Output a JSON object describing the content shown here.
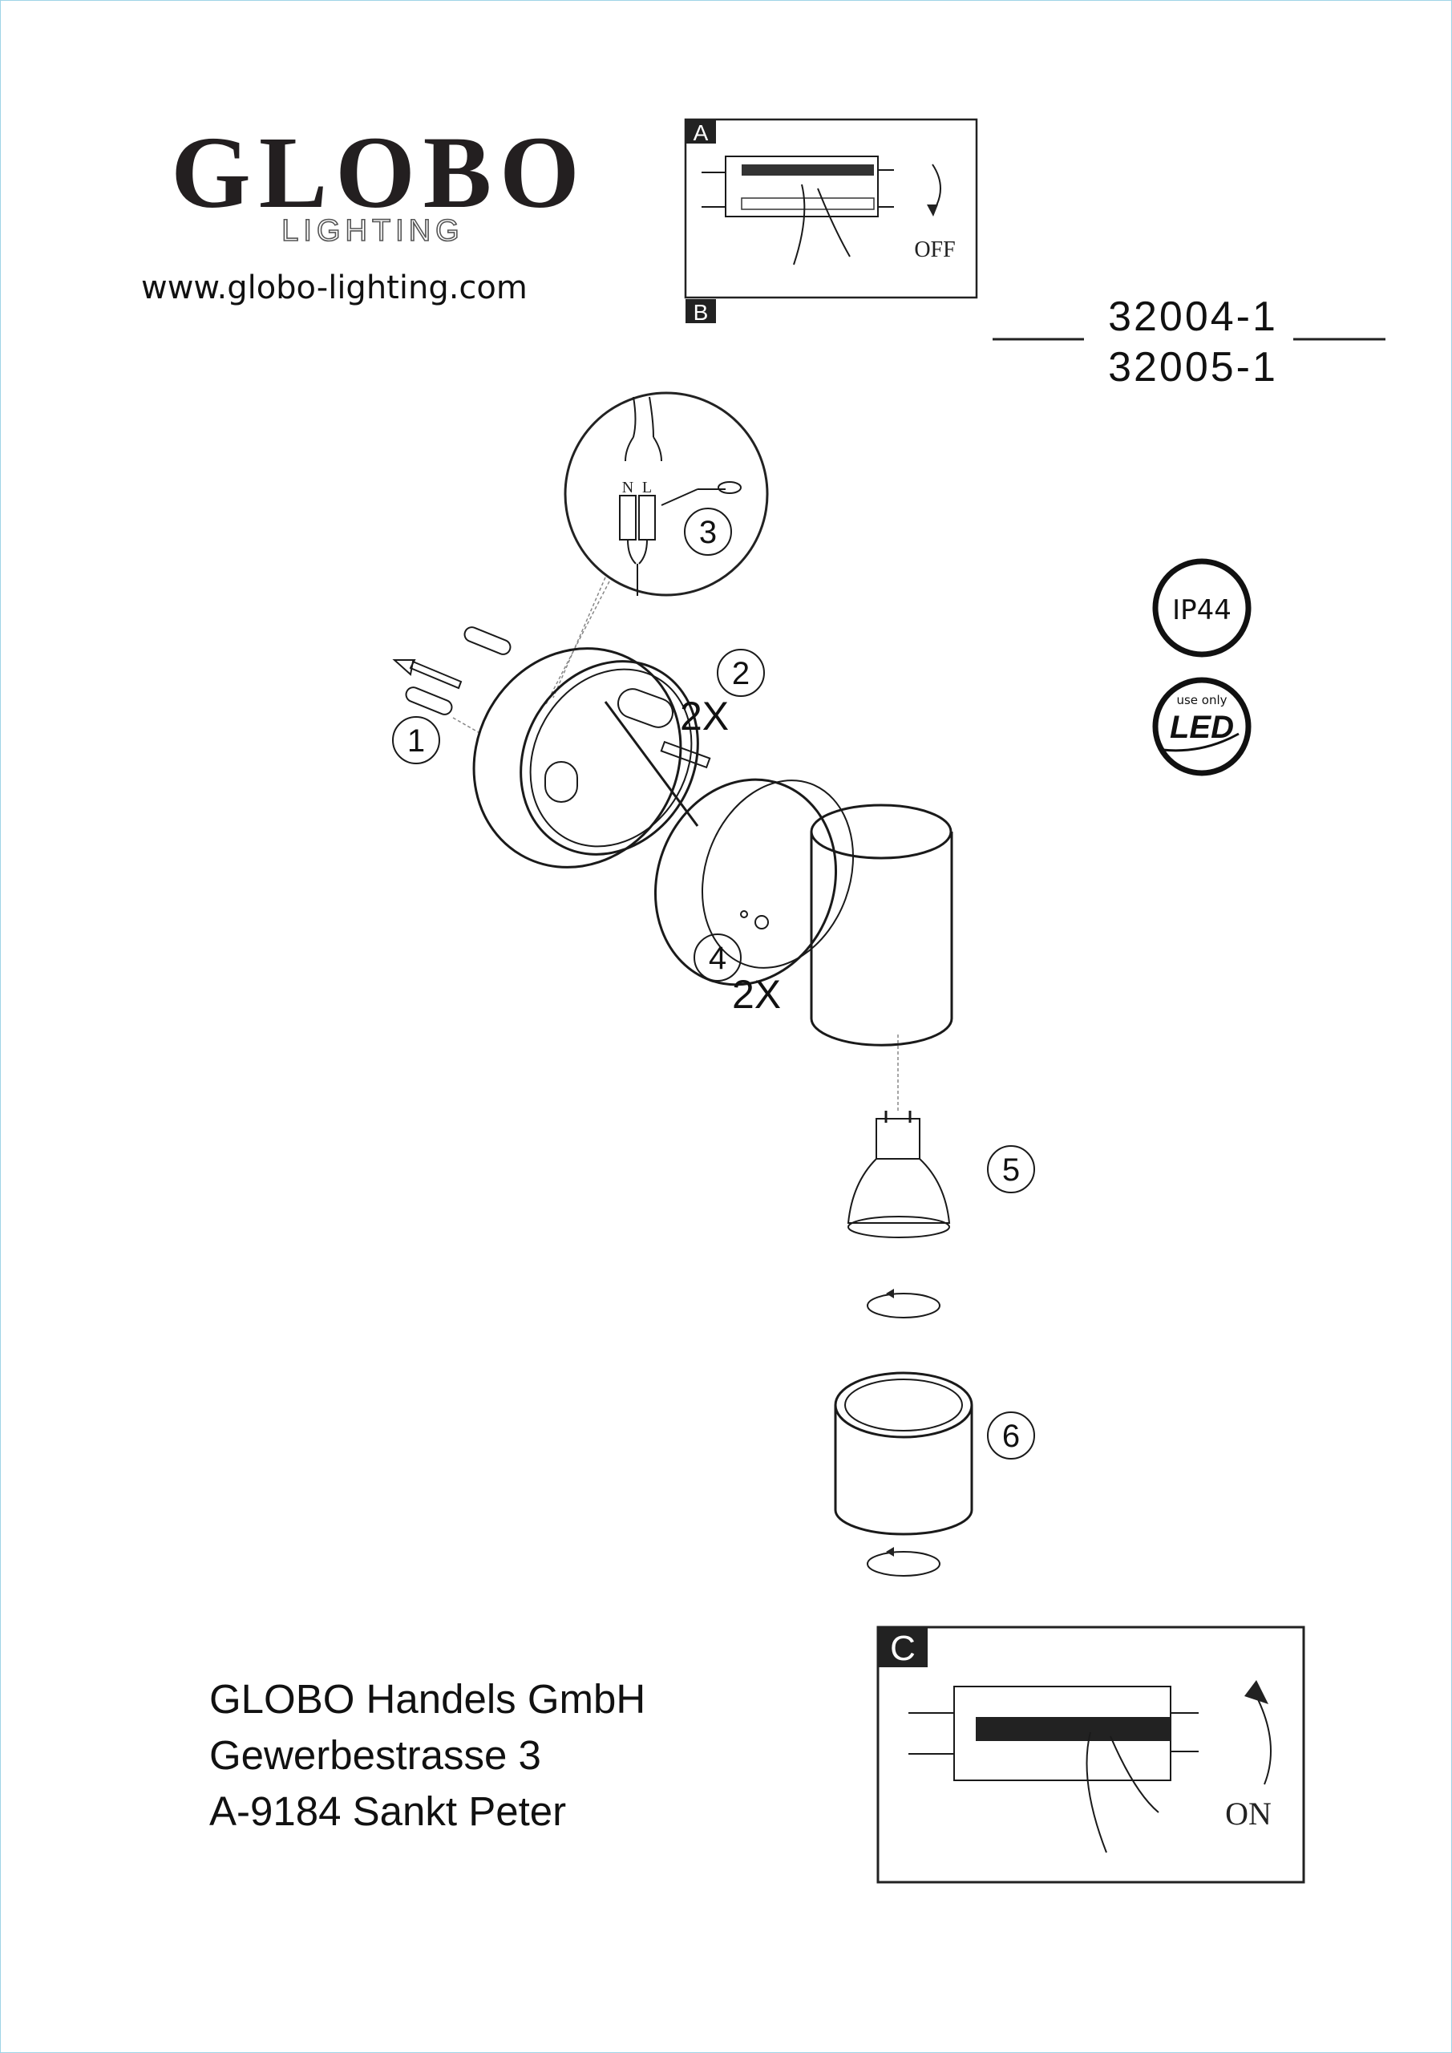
{
  "brand": {
    "logo": "GLOBO",
    "sub": "LIGHTING",
    "website": "www.globo-lighting.com"
  },
  "models": [
    "32004-1",
    "32005-1"
  ],
  "panels": {
    "a": {
      "label": "A",
      "state": "OFF"
    },
    "b": {
      "label": "B"
    },
    "c": {
      "label": "C",
      "state": "ON"
    }
  },
  "badges": {
    "ip": "IP44",
    "led_top": "use only",
    "led_main": "LED"
  },
  "wiring": {
    "n": "N",
    "l": "L"
  },
  "steps": [
    "1",
    "2",
    "3",
    "4",
    "5",
    "6"
  ],
  "quantities": {
    "step2": "2X",
    "step4": "2X"
  },
  "address": [
    "GLOBO Handels GmbH",
    "Gewerbestrasse 3",
    "A-9184 Sankt Peter"
  ]
}
